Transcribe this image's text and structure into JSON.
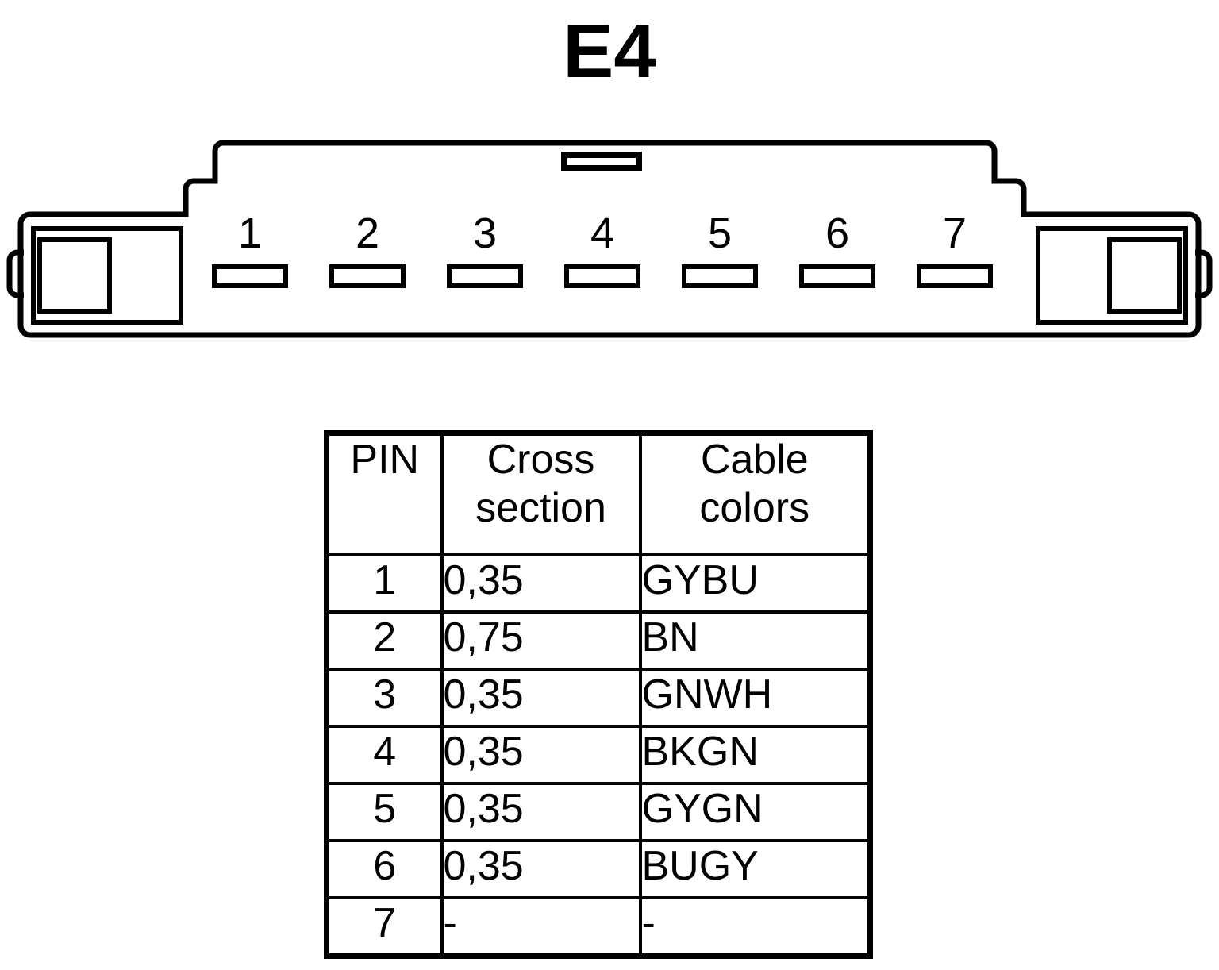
{
  "title": "E4",
  "connector": {
    "pin_numbers": [
      "1",
      "2",
      "3",
      "4",
      "5",
      "6",
      "7"
    ],
    "pin_count": 7,
    "stroke_color": "#000000",
    "fill_color": "#ffffff"
  },
  "table": {
    "headers": {
      "pin": "PIN",
      "cross_section_line1": "Cross",
      "cross_section_line2": "section",
      "cable_colors_line1": "Cable",
      "cable_colors_line2": "colors"
    },
    "rows": [
      {
        "pin": "1",
        "cross_section": "0,35",
        "cable_colors": "GYBU"
      },
      {
        "pin": "2",
        "cross_section": "0,75",
        "cable_colors": "BN"
      },
      {
        "pin": "3",
        "cross_section": "0,35",
        "cable_colors": "GNWH"
      },
      {
        "pin": "4",
        "cross_section": "0,35",
        "cable_colors": "BKGN"
      },
      {
        "pin": "5",
        "cross_section": "0,35",
        "cable_colors": "GYGN"
      },
      {
        "pin": "6",
        "cross_section": "0,35",
        "cable_colors": "BUGY"
      },
      {
        "pin": "7",
        "cross_section": "-",
        "cable_colors": "-"
      }
    ]
  }
}
